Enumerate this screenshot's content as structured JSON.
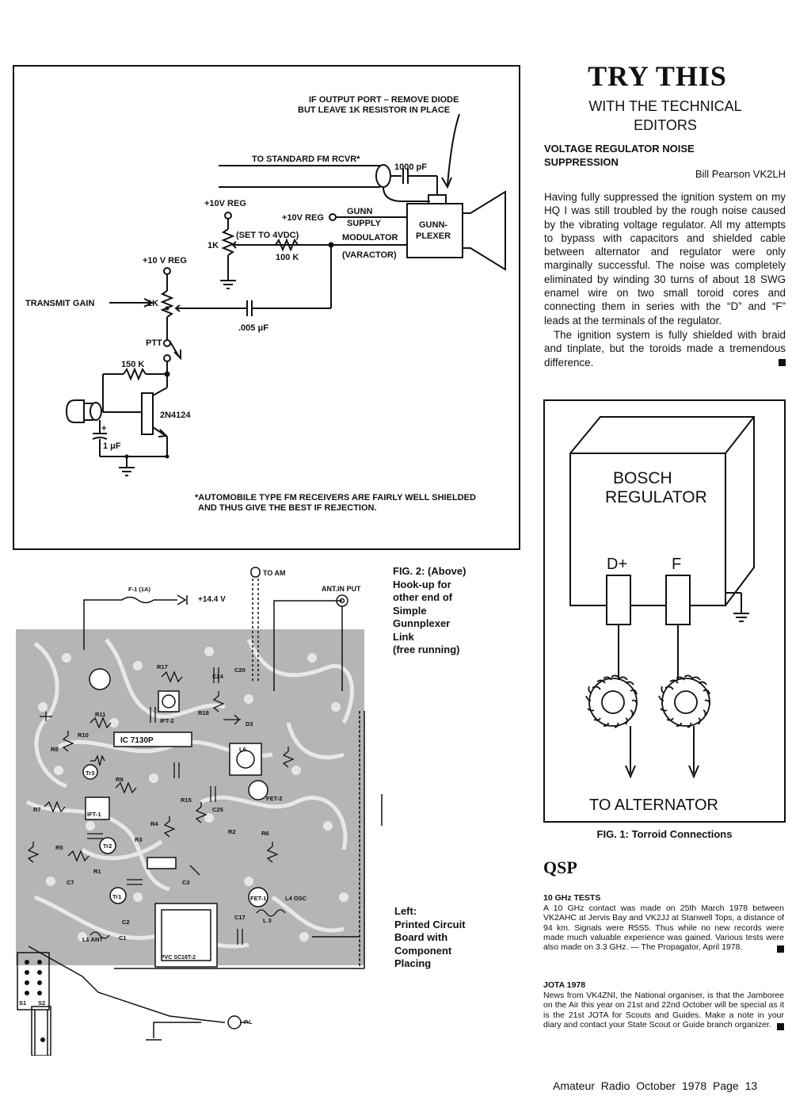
{
  "fig2_schematic": {
    "if_note_line1": "IF OUTPUT PORT – REMOVE DIODE",
    "if_note_line2": "BUT LEAVE 1K RESISTOR IN PLACE",
    "to_standard_fm": "TO STANDARD FM RCVR*",
    "cap_1000pf": "1000 pF",
    "plus10v_reg_a": "+10V REG",
    "plus10v_reg_b": "+10V REG",
    "gunn_supply_1": "GUNN",
    "gunn_supply_2": "SUPPLY",
    "gunnplexer_1": "GUNN-",
    "gunnplexer_2": "PLEXER",
    "set_to_4vdc": "(SET TO 4VDC)",
    "r_1k_a": "1K",
    "r_100k": "100 K",
    "modulator": "MODULATOR",
    "varactor": "(VARACTOR)",
    "plus10v_reg_c": "+10 V REG",
    "transmit_gain": "TRANSMIT GAIN",
    "r_1k_b": "1K",
    "cap_005": ".005 μF",
    "ptt": "PTT",
    "r_150k": "150 K",
    "transistor": "2N4124",
    "cap_1uf": "1 μF",
    "plus_sign": "+",
    "footnote_1": "*AUTOMOBILE TYPE FM RECEIVERS ARE FAIRLY WELL SHIELDED",
    "footnote_2": "AND THUS GIVE THE BEST IF REJECTION."
  },
  "pcb": {
    "fuse": "F-1 (1A)",
    "v144": "+14.4 V",
    "to_am": "TO AM",
    "ant_in_put": "ANT.IN PUT",
    "ic_label": "IC  7130P",
    "pvc_label": "PVC  SC16T-2",
    "pl": "P.L",
    "lift2": "IFT-2",
    "lift1": "IFT-1",
    "l6": "L6",
    "fet2": "FET-2",
    "fet1": "FET-1",
    "tr3": "Tr3",
    "tr2": "Tr2",
    "tr1": "Tr1",
    "l1ant": "L1 ANT",
    "l3": "L 3",
    "l4osc": "L4 OSC",
    "d3": "D3",
    "r17": "R17",
    "c20": "C20",
    "c24": "C24",
    "r18": "R18",
    "r15": "R15",
    "c25": "C25",
    "r11": "R11",
    "r9": "R9",
    "r7": "R7",
    "r8": "R8",
    "r10": "R10",
    "r3": "R3",
    "r4": "R4",
    "r6": "R6",
    "r5": "R5",
    "r1": "R1",
    "r2": "R2",
    "c3": "C3",
    "c7": "C7",
    "c17": "C17",
    "c2": "C2",
    "c1": "C1",
    "s1": "S1",
    "s2": "S2"
  },
  "fig2_caption": [
    "FIG. 2: (Above)",
    "Hook-up for",
    "other end of",
    "Simple",
    "Gunnplexer",
    "Link",
    "(free running)"
  ],
  "pcb_caption": [
    "Left:",
    "Printed Circuit",
    "Board with",
    "Component",
    "Placing"
  ],
  "column": {
    "title": "TRY THIS",
    "subtitle_1": "WITH THE TECHNICAL",
    "subtitle_2": "EDITORS",
    "article_title_1": "VOLTAGE REGULATOR NOISE",
    "article_title_2": "SUPPRESSION",
    "byline": "Bill Pearson VK2LH",
    "para1": "Having fully suppressed the ignition system on my HQ I was still troubled by the rough noise caused by the vibrating voltage regulator. All my attempts to bypass with capacitors and shielded cable between alternator and regulator were only marginally successful. The noise was completely eliminated by winding 30 turns of about 18 SWG enamel wire on two small toroid cores and connecting them in series with the “D” and “F” leads at the terminals of the regulator.",
    "para2": "The ignition system is fully shielded with braid and tinplate, but the toroids made a tremendous difference."
  },
  "fig1": {
    "bosch": "BOSCH",
    "regulator": "REGULATOR",
    "d_plus": "D+",
    "f": "F",
    "to_alternator": "TO ALTERNATOR",
    "caption": "FIG. 1: Torroid Connections"
  },
  "qsp": {
    "heading": "QSP",
    "item1_title": "10 GHz TESTS",
    "item1_text": "A 10 GHz contact was made on 25th March 1978 between VK2AHC at Jervis Bay and VK2JJ at Stanwell Tops, a distance of 94 km. Signals were R5S5. Thus while no new records were made much valuable experience was gained. Various tests were also made on 3.3 GHz. — The Propagator, April 1978.",
    "item2_title": "JOTA 1978",
    "item2_text": "News from VK4ZNI, the National organiser, is that the Jamboree on the Air this year on 21st and 22nd October will be special as it is the 21st JOTA for Scouts and Guides. Make a note in your diary and contact your State Scout or Guide branch organizer."
  },
  "footer": {
    "publication": "Amateur Radio",
    "issue": "October 1978",
    "page": "Page 13"
  }
}
